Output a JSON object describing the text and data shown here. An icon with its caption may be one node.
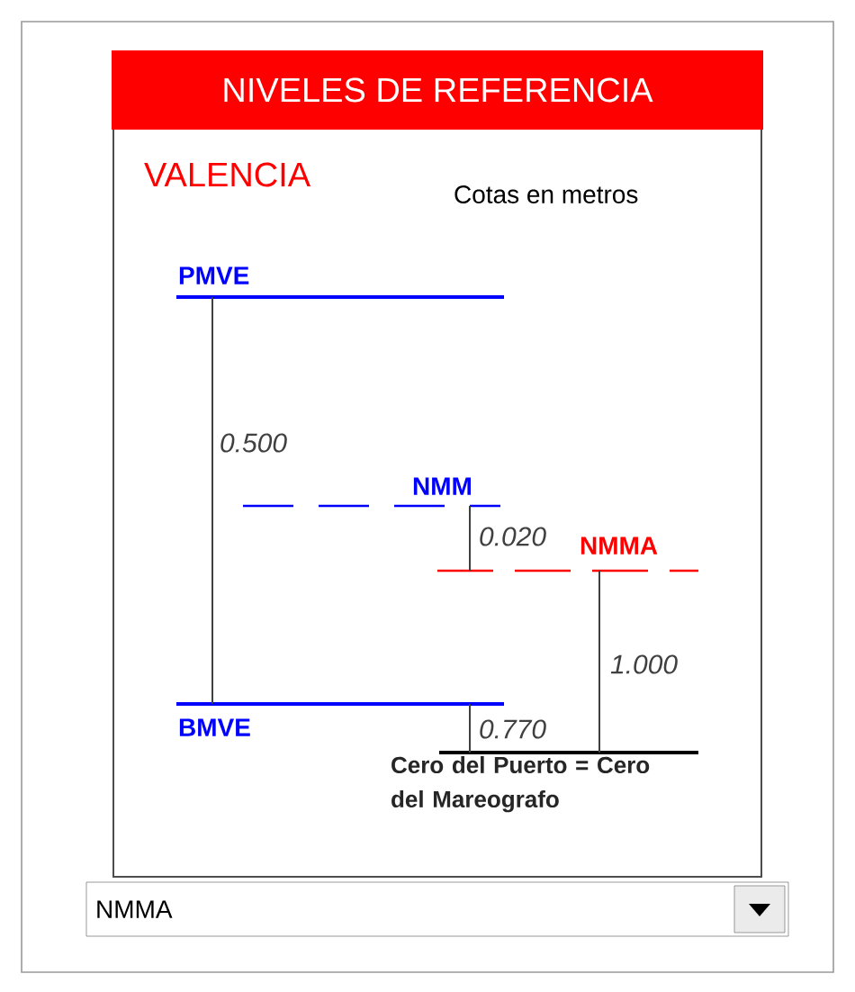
{
  "diagram": {
    "title": "NIVELES DE REFERENCIA",
    "labels": [
      "VALENCIA",
      "Cotas en metros",
      "PMVE",
      "0.500",
      "NMM",
      "0.020",
      "NMMA",
      "1.000",
      "BMVE",
      "0.770",
      "Cero del Puerto = Cero del Mareografo",
      "NMMA"
    ]
  }
}
